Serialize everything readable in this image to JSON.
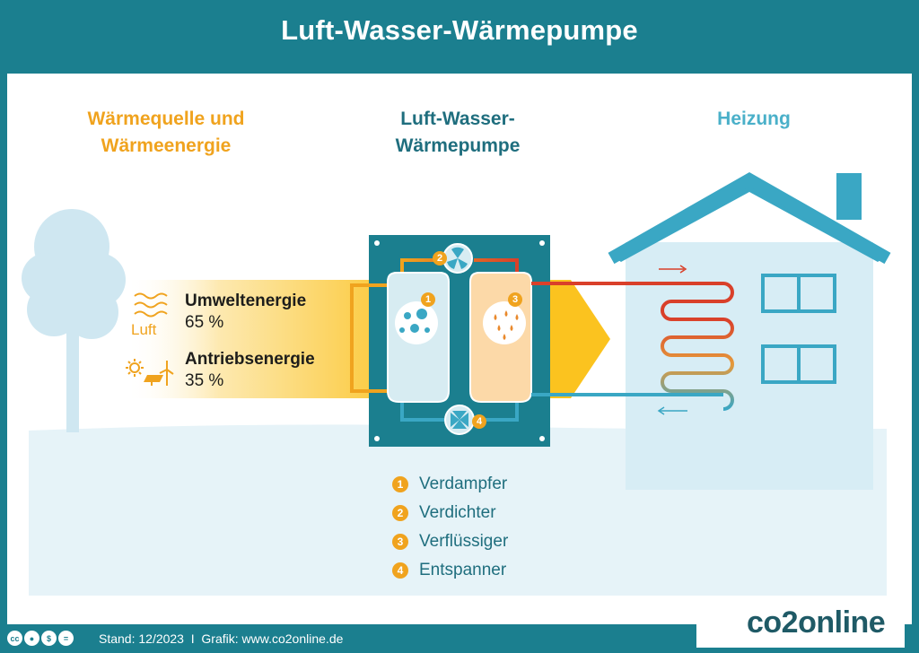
{
  "title": "Luft-Wasser-Wärmepumpe",
  "columns": {
    "source": "Wärmequelle und Wärmeenergie",
    "pump": "Luft-Wasser-Wärmepumpe",
    "heating": "Heizung"
  },
  "energy": {
    "luft_label": "Luft",
    "environment": {
      "label": "Umweltenergie",
      "value": "65 %"
    },
    "drive": {
      "label": "Antriebsenergie",
      "value": "35 %"
    }
  },
  "components": [
    {
      "num": "1",
      "label": "Verdampfer"
    },
    {
      "num": "2",
      "label": "Verdichter"
    },
    {
      "num": "3",
      "label": "Verflüssiger"
    },
    {
      "num": "4",
      "label": "Entspanner"
    }
  ],
  "footer": {
    "text": "Stand: 12/2023  I  Grafik: www.co2online.de",
    "cc_icons": [
      "cc-icon",
      "by-icon",
      "nc-icon",
      "nd-icon"
    ],
    "brand": "co2online"
  },
  "colors": {
    "frame": "#1b7f8f",
    "orange": "#f0a31e",
    "teal_dark": "#1f6e7e",
    "teal_light": "#4ab0c9",
    "pump_box": "#1b7f8f",
    "hot_pipe": "#d9402a"
  }
}
